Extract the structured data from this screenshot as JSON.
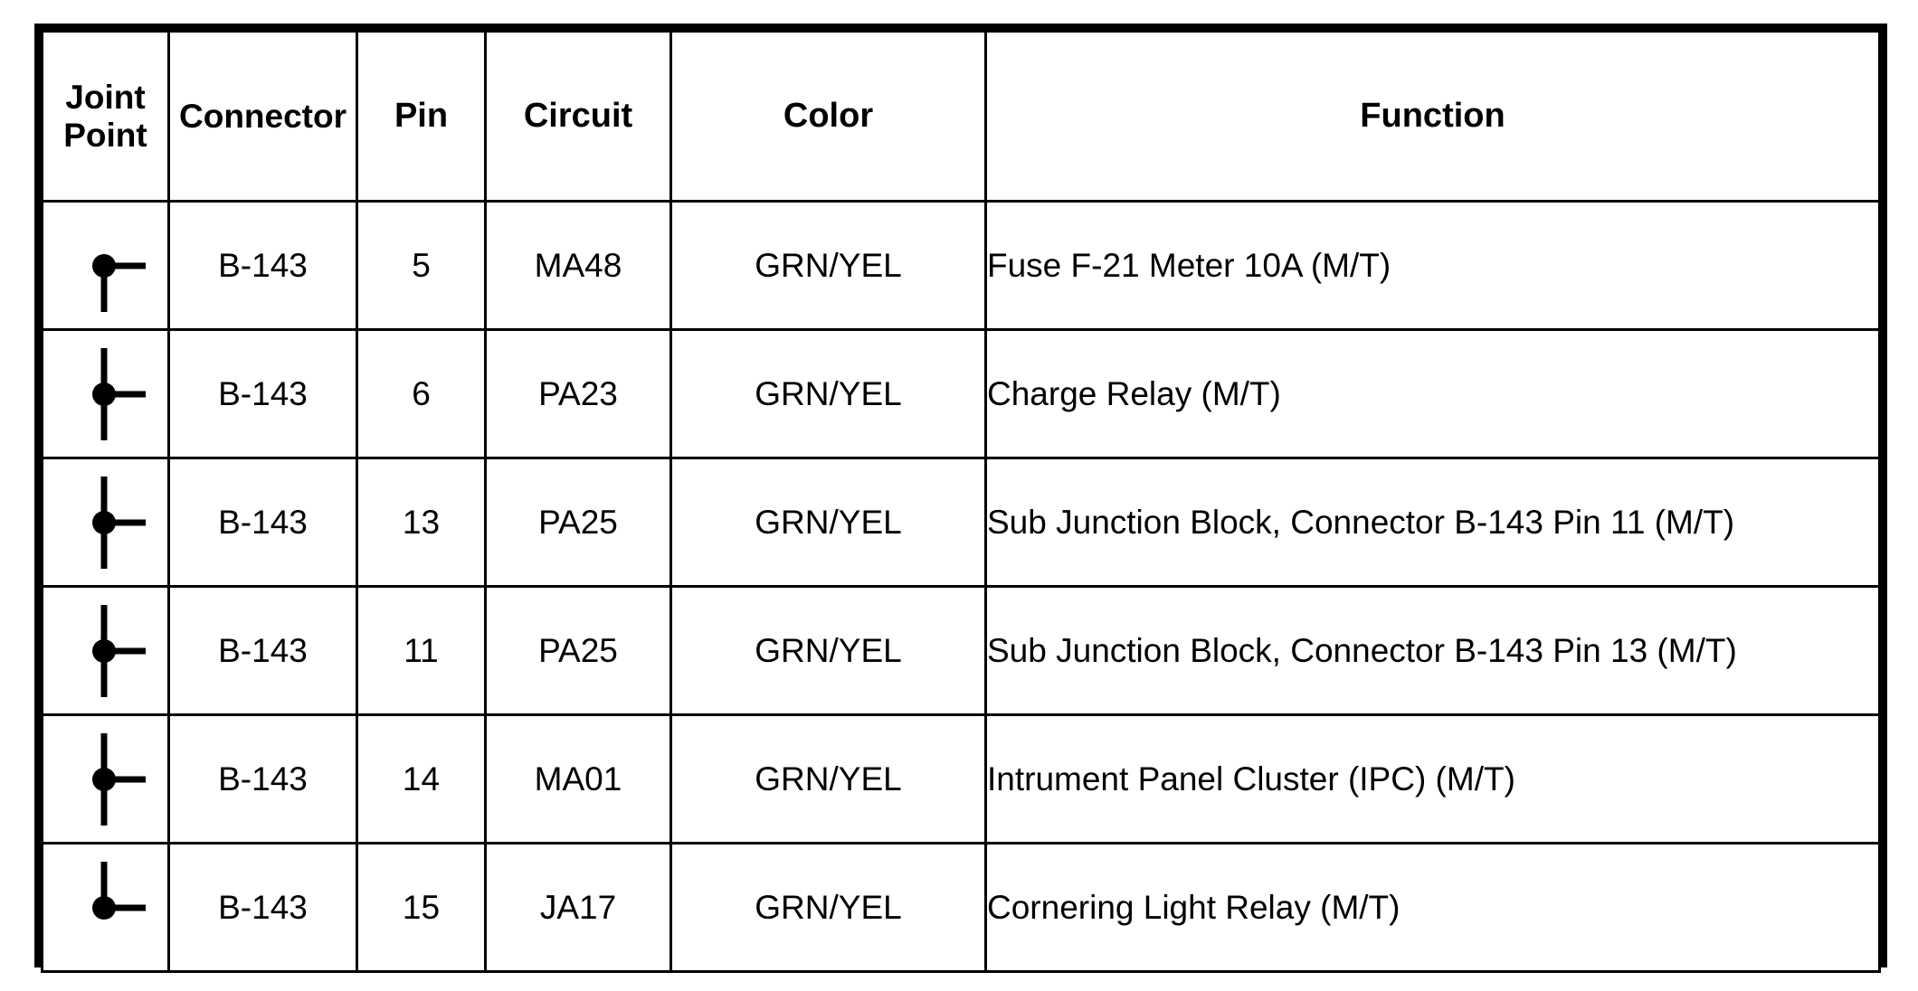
{
  "table": {
    "title": "Joint Point",
    "columns": [
      {
        "key": "joint_point",
        "label": "Joint\nPoint",
        "label_line1": "Joint",
        "label_line2": "Point",
        "align": "center"
      },
      {
        "key": "connector",
        "label": "Connector",
        "align": "center"
      },
      {
        "key": "pin",
        "label": "Pin",
        "align": "center"
      },
      {
        "key": "circuit",
        "label": "Circuit",
        "align": "center"
      },
      {
        "key": "color",
        "label": "Color",
        "align": "center"
      },
      {
        "key": "function",
        "label": "Function",
        "align": "left"
      }
    ],
    "rows": [
      {
        "joint_symbol": "joint-down-right-icon",
        "connector": "B-143",
        "pin": "5",
        "circuit": "MA48",
        "color": "GRN/YEL",
        "function": "Fuse F-21 Meter 10A (M/T)"
      },
      {
        "joint_symbol": "joint-through-right-icon",
        "connector": "B-143",
        "pin": "6",
        "circuit": "PA23",
        "color": "GRN/YEL",
        "function": "Charge Relay (M/T)"
      },
      {
        "joint_symbol": "joint-through-right-icon",
        "connector": "B-143",
        "pin": "13",
        "circuit": "PA25",
        "color": "GRN/YEL",
        "function": "Sub Junction Block, Connector B-143 Pin 11 (M/T)"
      },
      {
        "joint_symbol": "joint-through-right-icon",
        "connector": "B-143",
        "pin": "11",
        "circuit": "PA25",
        "color": "GRN/YEL",
        "function": "Sub Junction Block, Connector B-143 Pin 13 (M/T)"
      },
      {
        "joint_symbol": "joint-through-right-icon",
        "connector": "B-143",
        "pin": "14",
        "circuit": "MA01",
        "color": "GRN/YEL",
        "function": "Intrument Panel Cluster (IPC) (M/T)"
      },
      {
        "joint_symbol": "joint-up-right-icon",
        "connector": "B-143",
        "pin": "15",
        "circuit": "JA17",
        "color": "GRN/YEL",
        "function": "Cornering Light Relay (M/T)"
      }
    ]
  },
  "style": {
    "ink": "#000000",
    "paper": "#ffffff"
  }
}
